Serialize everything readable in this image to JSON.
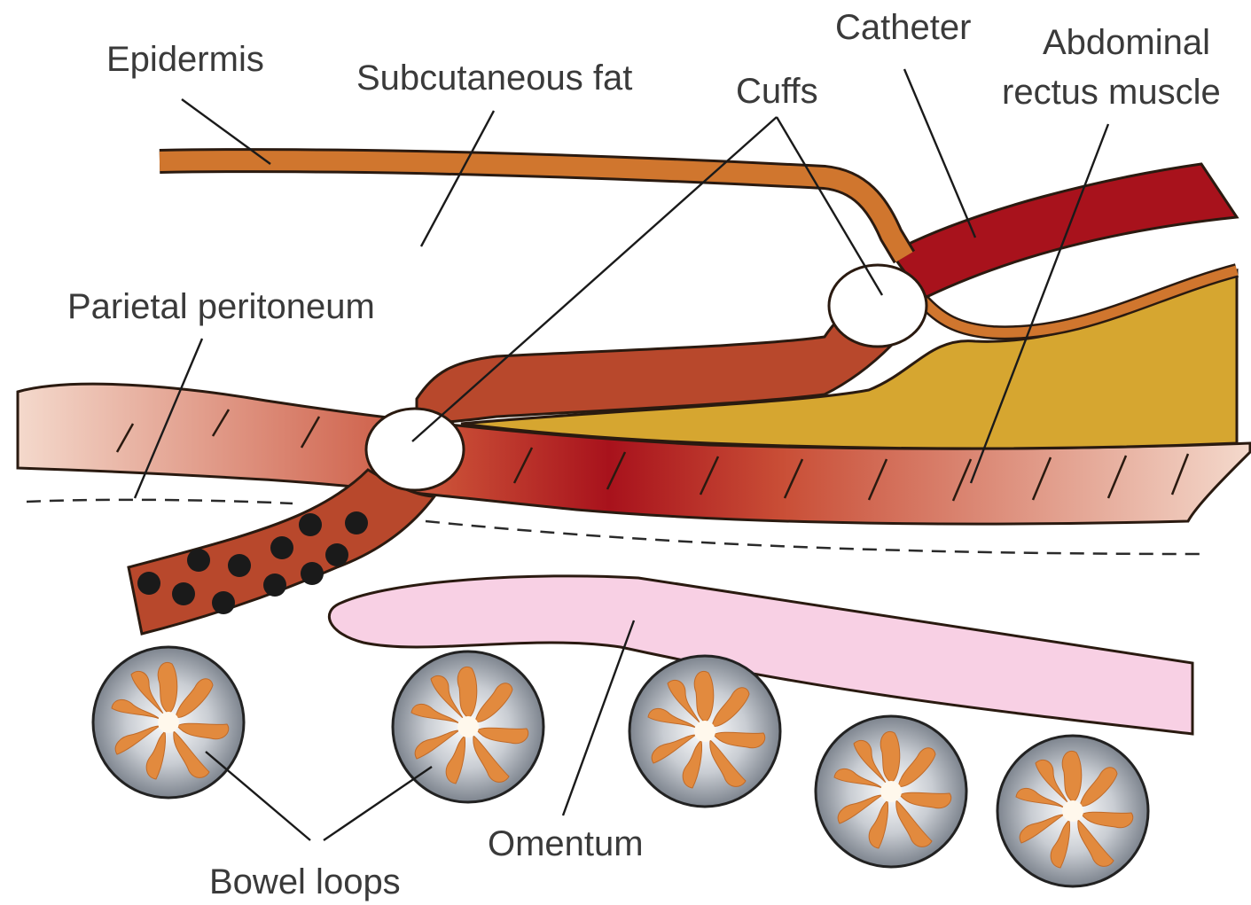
{
  "labels": {
    "epidermis": "Epidermis",
    "subcutaneous_fat": "Subcutaneous fat",
    "cuffs": "Cuffs",
    "catheter": "Catheter",
    "abdominal_line1": "Abdominal",
    "abdominal_line2": "rectus muscle",
    "parietal_peritoneum": "Parietal peritoneum",
    "omentum": "Omentum",
    "bowel_loops": "Bowel loops"
  },
  "colors": {
    "epidermis": "#d0762e",
    "catheter_tunnel": "#b8482c",
    "dark_red_muscle": "#a8121c",
    "yellow_layer": "#d6a630",
    "muscle_pink": "#e8b4a2",
    "omentum_pink": "#f8d0e4",
    "bowel_grey": "#8d949d",
    "bowel_orange": "#e28a3e",
    "cuff_white": "#ffffff"
  }
}
